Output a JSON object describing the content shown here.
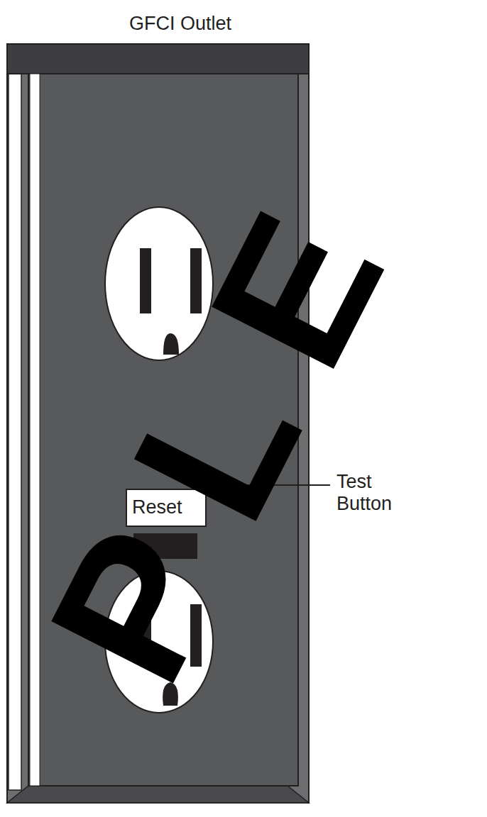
{
  "diagram": {
    "labels": [
      "GFCI Outlet",
      "Reset",
      "Test Button",
      "PLE"
    ]
  }
}
